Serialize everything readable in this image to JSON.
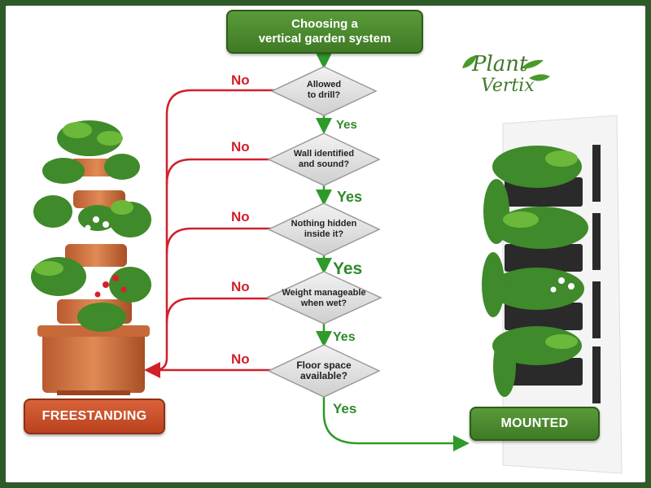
{
  "title": {
    "line1": "Choosing a",
    "line2": "vertical garden system"
  },
  "questions": [
    {
      "line1": "Allowed",
      "line2": "to drill?",
      "no": "No",
      "yes": "Yes"
    },
    {
      "line1": "Wall identified",
      "line2": "and sound?",
      "no": "No",
      "yes": "Yes"
    },
    {
      "line1": "Nothing hidden",
      "line2": "inside it?",
      "no": "No",
      "yes": "Yes"
    },
    {
      "line1": "Weight manageable",
      "line2": "when wet?",
      "no": "No",
      "yes": "Yes"
    },
    {
      "line1": "Floor space",
      "line2": "available?",
      "no": "No",
      "yes": "Yes"
    }
  ],
  "outcomes": {
    "left": "FREESTANDING",
    "right": "MOUNTED"
  },
  "logo": {
    "line1": "Plant",
    "line2": "Vertix"
  },
  "colors": {
    "no": "#d0202a",
    "yes": "#2e8a2a",
    "brand_green": "#3f7a25",
    "freestanding": "#c4502a"
  }
}
